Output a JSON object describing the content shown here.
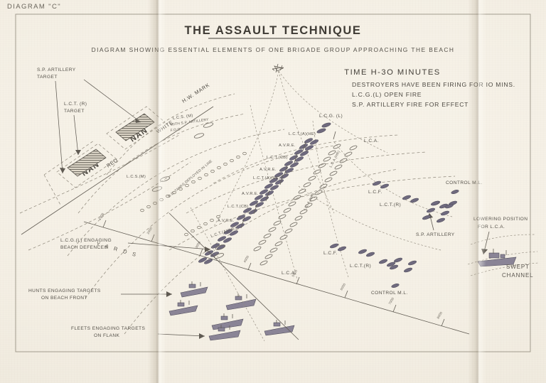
{
  "sheet": {
    "corner_label": "DIAGRAM \"C\"",
    "paper_color": "#f6f1e7",
    "ink_color": "#57534c",
    "craft_fill_dark": "#6f6a7e"
  },
  "header": {
    "title": "THE ASSAULT TECHNIQUE",
    "subtitle": "DIAGRAM SHOWING ESSENTIAL ELEMENTS OF ONE BRIGADE GROUP APPROACHING THE BEACH"
  },
  "time_block": {
    "heading": "TIME  H-3O MINUTES",
    "lines": [
      "DESTROYERS HAVE BEEN FIRING FOR IO MINS.",
      "L.C.G.(L) OPEN FIRE",
      "S.P. ARTILLERY FIRE FOR EFFECT"
    ]
  },
  "beach": {
    "hw_mark": "H.W. MARK",
    "sectors": [
      {
        "name": "NAN",
        "shade": "WHITE"
      },
      {
        "name": "NAN",
        "shade": "RED"
      }
    ],
    "targets": [
      {
        "label_line1": "S.P. ARTILLERY",
        "label_line2": "TARGET"
      },
      {
        "label_line1": "L.C.T. (R)",
        "label_line2": "TARGET"
      }
    ]
  },
  "annotations": {
    "lcs_m_foo": {
      "line1": "L.C.S. (M)",
      "line2": "WITH S.P. ARTILLERY",
      "line3": "F.O.O."
    },
    "lcs_m": "L.C.S.(M)",
    "dd_tanks": "D.D. TANKS DEPLOYED IN LINE",
    "lcg_engaging": {
      "line1": "L.C.G.(L) ENGAGING",
      "line2": "BEACH DEFENCES"
    },
    "hunts_engaging": {
      "line1": "HUNTS ENGAGING  TARGETS",
      "line2": "ON BEACH FRONT"
    },
    "fleets_engaging": {
      "line1": "FLEETS ENGAGING  TARGETS",
      "line2": "ON  FLANK"
    },
    "lowering_position": {
      "line1": "LOWERING POSITION",
      "line2": "FOR L.C.A."
    },
    "swept_channel": {
      "line1": "SWEPT",
      "line2": "CHANNEL"
    },
    "sp_artillery": "S.P. ARTILLERY",
    "control_ml_upper": "CONTROL  M.L.",
    "control_ml_lower": "CONTROL  M.L."
  },
  "scale": {
    "caption": "Y  A  R  D  S",
    "ticks": [
      "1000",
      "2000",
      "3000",
      "4000",
      "5000",
      "6000",
      "7000",
      "8000"
    ]
  },
  "craft_labels": {
    "lcg_l": "L.C.G. (L)",
    "lct_a_he": "L.C.T.(A)(HE)",
    "avre": "A.V.R.E.",
    "lct_cb": "L.C.T.(CB)",
    "lca": "L.C.A.",
    "lca_hr": "L.C.A.(HR)",
    "lcf": "L.C.F.",
    "lct_r": "L.C.T.(R)"
  },
  "formation": {
    "flank_label_left": "L.C.T.(A)(HE)",
    "wave_order": [
      "L.C.T.(A)(HE)",
      "A.V.R.E.",
      "L.C.T.(CB)",
      "A.V.R.E.",
      "L.C.T.(A)(HE)",
      "A.V.R.E.",
      "L.C.T.(CB)",
      "A.V.R.E."
    ]
  }
}
